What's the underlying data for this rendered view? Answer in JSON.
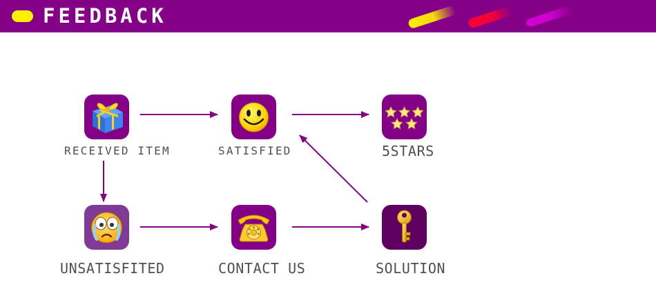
{
  "header": {
    "title": "FEEDBACK",
    "pill_color": "#ffef00",
    "bar_color": "#840087",
    "streak_colors": [
      "#ffef00",
      "#ff0033",
      "#d200d2"
    ]
  },
  "nodes": {
    "received_item": {
      "label": "RECEIVED ITEM",
      "icon": "gift-icon"
    },
    "satisfied": {
      "label": "SATISFIED",
      "icon": "smiley-face-icon"
    },
    "five_stars": {
      "label": "5STARS",
      "icon": "five-stars-icon"
    },
    "unsatisfied": {
      "label": "UNSATISFITED",
      "icon": "crying-face-icon"
    },
    "contact_us": {
      "label": "CONTACT US",
      "icon": "telephone-icon"
    },
    "solution": {
      "label": "SOLUTION",
      "icon": "key-icon"
    }
  },
  "edges": [
    {
      "from": "RECEIVED ITEM",
      "to": "SATISFIED"
    },
    {
      "from": "SATISFIED",
      "to": "5STARS"
    },
    {
      "from": "RECEIVED ITEM",
      "to": "UNSATISFITED"
    },
    {
      "from": "UNSATISFITED",
      "to": "CONTACT US"
    },
    {
      "from": "CONTACT US",
      "to": "SOLUTION"
    },
    {
      "from": "SOLUTION",
      "to": "SATISFIED"
    }
  ],
  "colors": {
    "accent": "#840087",
    "arrow": "#840087",
    "label_text": "#4f4f4f"
  }
}
